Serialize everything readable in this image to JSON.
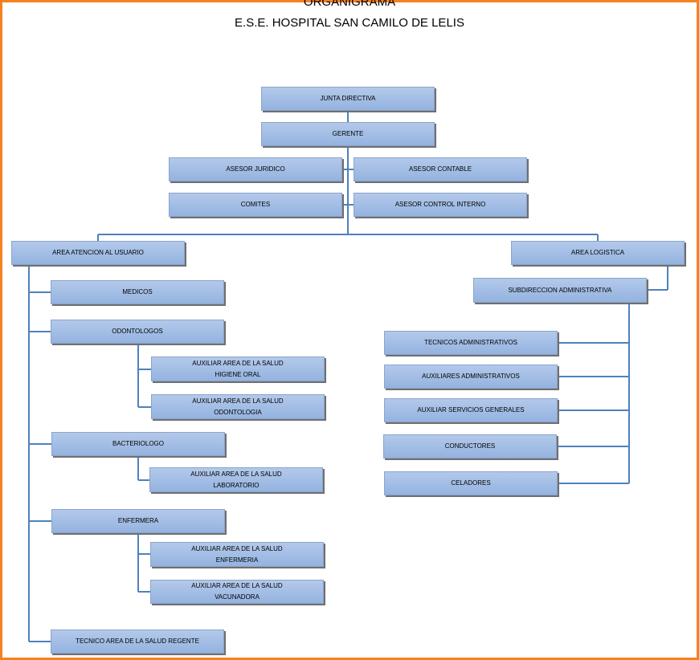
{
  "title": {
    "line1": "ORGANIGRAMA",
    "line2": "E.S.E. HOSPITAL SAN CAMILO DE LELIS"
  },
  "nodes": {
    "junta_directiva": "JUNTA DIRECTIVA",
    "gerente": "GERENTE",
    "asesor_juridico": "ASESOR JURIDICO",
    "asesor_contable": "ASESOR CONTABLE",
    "comites": "COMITES",
    "asesor_control_interno": "ASESOR CONTROL INTERNO",
    "area_atencion_usuario": "AREA ATENCION AL USUARIO",
    "area_logistica": "AREA LOGISTICA",
    "medicos": "MEDICOS",
    "odontologos": "ODONTOLOGOS",
    "aux_higiene_oral": [
      "AUXILIAR AREA DE LA SALUD",
      "HIGIENE ORAL"
    ],
    "aux_odontologia": [
      "AUXILIAR AREA DE LA SALUD",
      "ODONTOLOGIA"
    ],
    "bacteriologo": "BACTERIOLOGO",
    "aux_laboratorio": [
      "AUXILIAR AREA DE LA SALUD",
      "LABORATORIO"
    ],
    "enfermera": "ENFERMERA",
    "aux_enfermeria": [
      "AUXILIAR AREA DE LA SALUD",
      "ENFERMERIA"
    ],
    "aux_vacunadora": [
      "AUXILIAR AREA DE LA SALUD",
      "VACUNADORA"
    ],
    "tecnico_regente": "TECNICO AREA DE LA SALUD REGENTE",
    "subdireccion_administrativa": "SUBDIRECCION ADMINISTRATIVA",
    "tecnicos_administrativos": "TECNICOS ADMINISTRATIVOS",
    "auxiliares_administrativos": "AUXILIARES ADMINISTRATIVOS",
    "auxiliar_servicios_generales": "AUXILIAR SERVICIOS GENERALES",
    "conductores": "CONDUCTORES",
    "celadores": "CELADORES"
  },
  "colors": {
    "frame": "#f5821f",
    "box_fill": "#a4bfe6",
    "connector": "#4f81bd"
  }
}
